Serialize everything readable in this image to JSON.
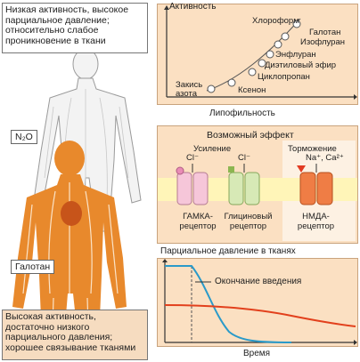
{
  "left": {
    "top_note": "Низкая активность, высокое парциальное давление; относительно слабое проникновение в ткани",
    "n2o_tag": "N₂O",
    "halothane_tag": "Галотан",
    "bottom_note": "Высокая активность, достаточно низкого парциального давления; хорошее связывание тканями"
  },
  "chart1": {
    "ylabel": "Активность",
    "xlabel": "Липофильность",
    "agents": [
      "Закись азота",
      "Ксенон",
      "Циклопропан",
      "Диэтиловый эфир",
      "Энфлуран",
      "Изофлуран",
      "Галотан",
      "Хлороформ"
    ]
  },
  "effects": {
    "title": "Возможный эффект",
    "enhance": "Усиление",
    "inhibit": "Торможение",
    "ion_cl1": "Cl⁻",
    "ion_cl2": "Cl⁻",
    "ion_na_ca": "Na⁺, Ca²⁺",
    "receptor1": "ГАМКА-рецептор",
    "receptor2": "Глициновый рецептор",
    "receptor3": "НМДА-рецептор"
  },
  "chart2": {
    "ylabel": "Парциальное давление в тканях",
    "annotation": "Окончание введения",
    "xlabel": "Время"
  },
  "colors": {
    "panel_bg": "#fbe0c2",
    "body_orange": "#e8892c",
    "curve_blue": "#2a9ac9",
    "curve_red": "#e2401c"
  }
}
